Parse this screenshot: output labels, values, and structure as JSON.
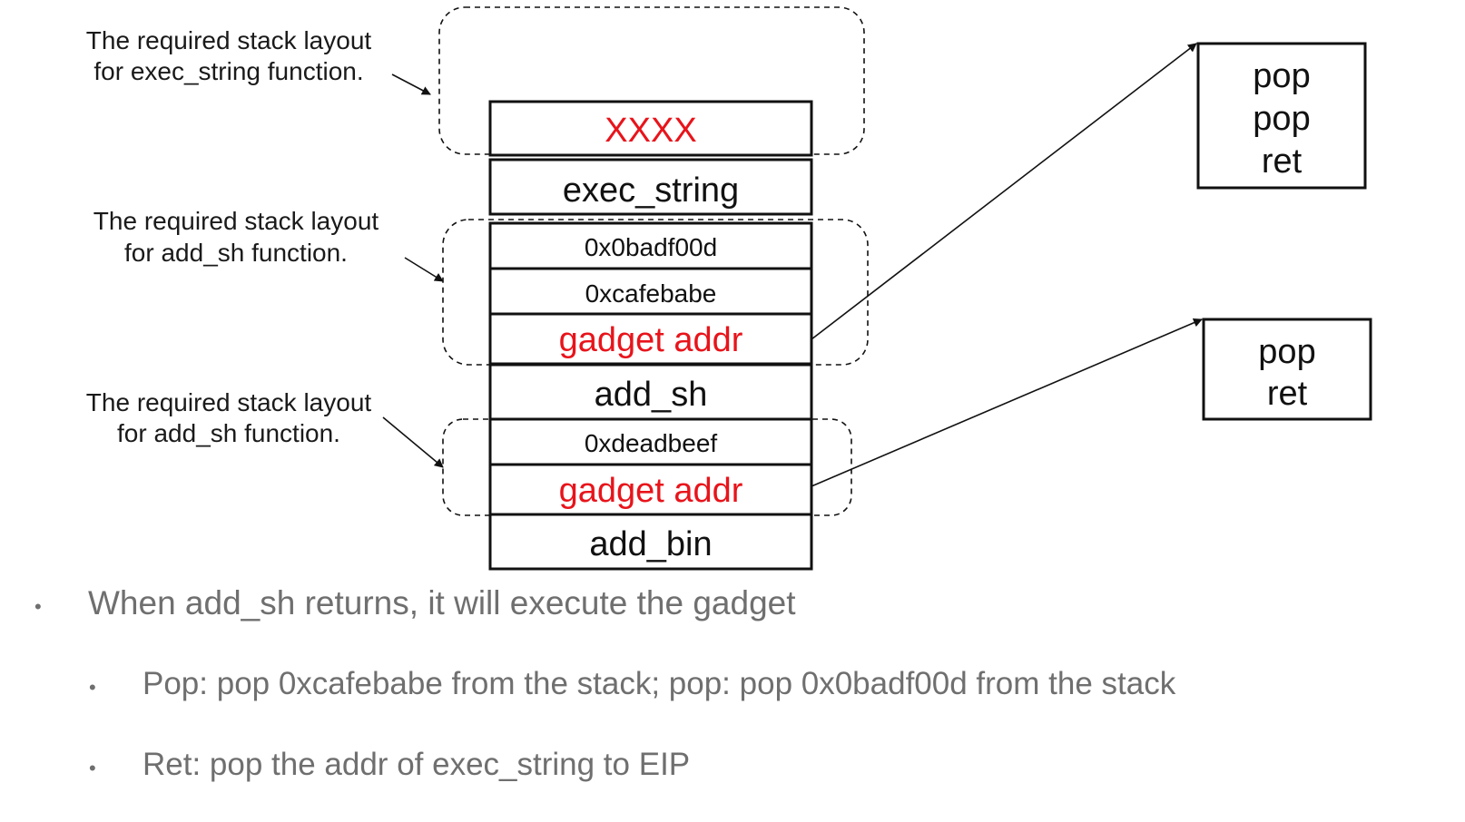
{
  "notes": {
    "exec_string": [
      "The required stack layout",
      "for exec_string function."
    ],
    "add_sh_top": [
      "The required stack layout",
      "for add_sh function."
    ],
    "add_sh_bottom": [
      "The required stack layout",
      "for add_sh function."
    ]
  },
  "stack": {
    "cells": [
      "XXXX",
      "exec_string",
      "0x0badf00d",
      "0xcafebabe",
      "gadget addr",
      "add_sh",
      "0xdeadbeef",
      "gadget addr",
      "add_bin"
    ]
  },
  "gadgets": {
    "pop_pop_ret": [
      "pop",
      "pop",
      "ret"
    ],
    "pop_ret": [
      "pop",
      "ret"
    ]
  },
  "bullets": {
    "main": "When add_sh returns, it will execute the gadget",
    "sub1": "Pop: pop 0xcafebabe from the stack; pop: pop 0x0badf00d from the stack",
    "sub2": "Ret: pop the addr of exec_string to EIP",
    "dot": "•"
  },
  "colors": {
    "accent_red": "#e8141b",
    "bullet_gray": "#6f6f6f",
    "border": "#111111"
  }
}
